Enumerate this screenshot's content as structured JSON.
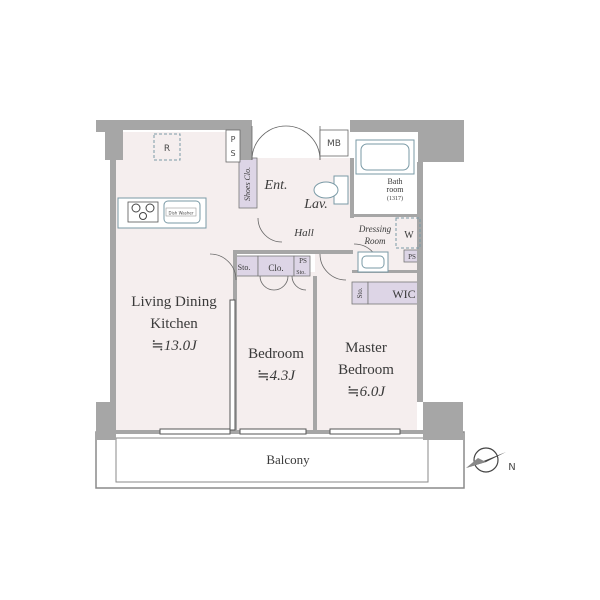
{
  "rooms": {
    "ldk": {
      "line1": "Living Dining",
      "line2": "Kitchen",
      "area": "≒13.0J"
    },
    "bedroom": {
      "name": "Bedroom",
      "area": "≒4.3J"
    },
    "master": {
      "line1": "Master",
      "line2": "Bedroom",
      "area": "≒6.0J"
    },
    "balcony": "Balcony",
    "entrance": "Ent.",
    "lavatory": "Lav.",
    "hall": "Hall",
    "bathroom": {
      "line1": "Bath",
      "line2": "room",
      "size": "(1317)"
    },
    "dressing": {
      "line1": "Dressing",
      "line2": "Room"
    },
    "wic": "WIC"
  },
  "fixtures": {
    "refrigerator": "R",
    "pipe_space_top": [
      "P",
      "S"
    ],
    "meter_box": "MB",
    "shoes_closet": "Shoes Clo.",
    "storage_a": "Sto.",
    "closet": "Clo.",
    "pipe_space_b": "PS",
    "storage_b": "Sto.",
    "storage_c": "Sto.",
    "washer": "W",
    "pipe_space_c": "PS",
    "dishwasher": "Dish Washer"
  },
  "compass": {
    "label": "N"
  },
  "colors": {
    "wall": "#a6a6a6",
    "room_fill": "#f5eeee",
    "storage_fill": "#ddd5e6",
    "fixture_stroke": "#7a9aa6",
    "line": "#555555"
  }
}
